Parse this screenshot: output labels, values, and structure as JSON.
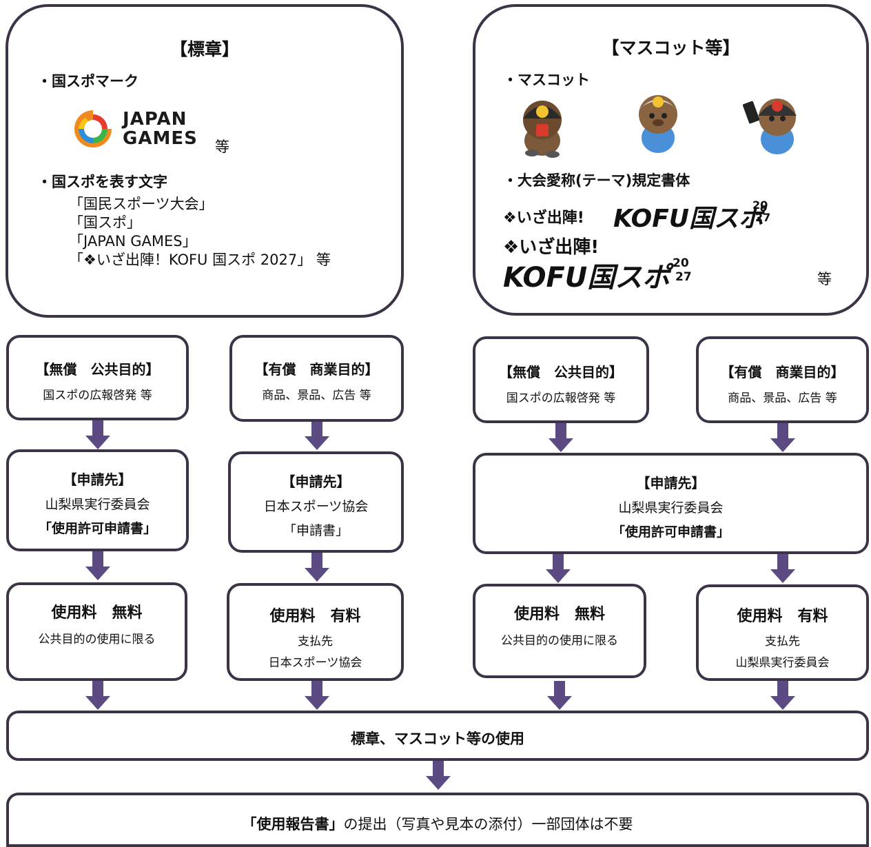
{
  "emblem": {
    "title": "【標章】",
    "item1": "・国スポマーク",
    "logo_text_line1": "JAPAN",
    "logo_text_line2": "GAMES",
    "etc": "等",
    "item2": "・国スポを表す文字",
    "words": [
      "「国民スポーツ大会」",
      "「国スポ」",
      "「JAPAN GAMES」",
      "「❖いざ出陣！KOFU 国スポ 2027」 等"
    ]
  },
  "mascot": {
    "title": "【マスコット等】",
    "item1": "・マスコット",
    "item2": "・大会愛称(テーマ)規定書体",
    "logo1_prefix": "❖いざ出陣!",
    "logo1_main": "KOFU国スポ",
    "logo_year_top": "20",
    "logo_year_bottom": "27",
    "logo2_prefix": "❖いざ出陣!",
    "logo2_main": "KOFU国スポ",
    "etc": "等"
  },
  "purposes": [
    {
      "title": "【無償　公共目的】",
      "sub": "国スポの広報啓発 等"
    },
    {
      "title": "【有償　商業目的】",
      "sub": "商品、景品、広告 等"
    },
    {
      "title": "【無償　公共目的】",
      "sub": "国スポの広報啓発 等"
    },
    {
      "title": "【有償　商業目的】",
      "sub": "商品、景品、広告 等"
    }
  ],
  "applications": [
    {
      "title": "【申請先】",
      "org": "山梨県実行委員会",
      "doc": "「使用許可申請書」"
    },
    {
      "title": "【申請先】",
      "org": "日本スポーツ協会",
      "doc": "「申請書」"
    },
    {
      "title": "【申請先】",
      "org": "山梨県実行委員会",
      "doc": "「使用許可申請書」"
    }
  ],
  "fees": [
    {
      "title": "使用料　無料",
      "line1": "公共目的の使用に限る",
      "line2": ""
    },
    {
      "title": "使用料　有料",
      "line1": "支払先",
      "line2": "日本スポーツ協会"
    },
    {
      "title": "使用料　無料",
      "line1": "公共目的の使用に限る",
      "line2": ""
    },
    {
      "title": "使用料　有料",
      "line1": "支払先",
      "line2": "山梨県実行委員会"
    }
  ],
  "usage": "標章、マスコット等の使用",
  "report": {
    "bold": "「使用報告書」",
    "rest": "の提出（写真や見本の添付）一部団体は不要"
  },
  "colors": {
    "border": "#3d3347",
    "arrow": "#5c4a82"
  }
}
